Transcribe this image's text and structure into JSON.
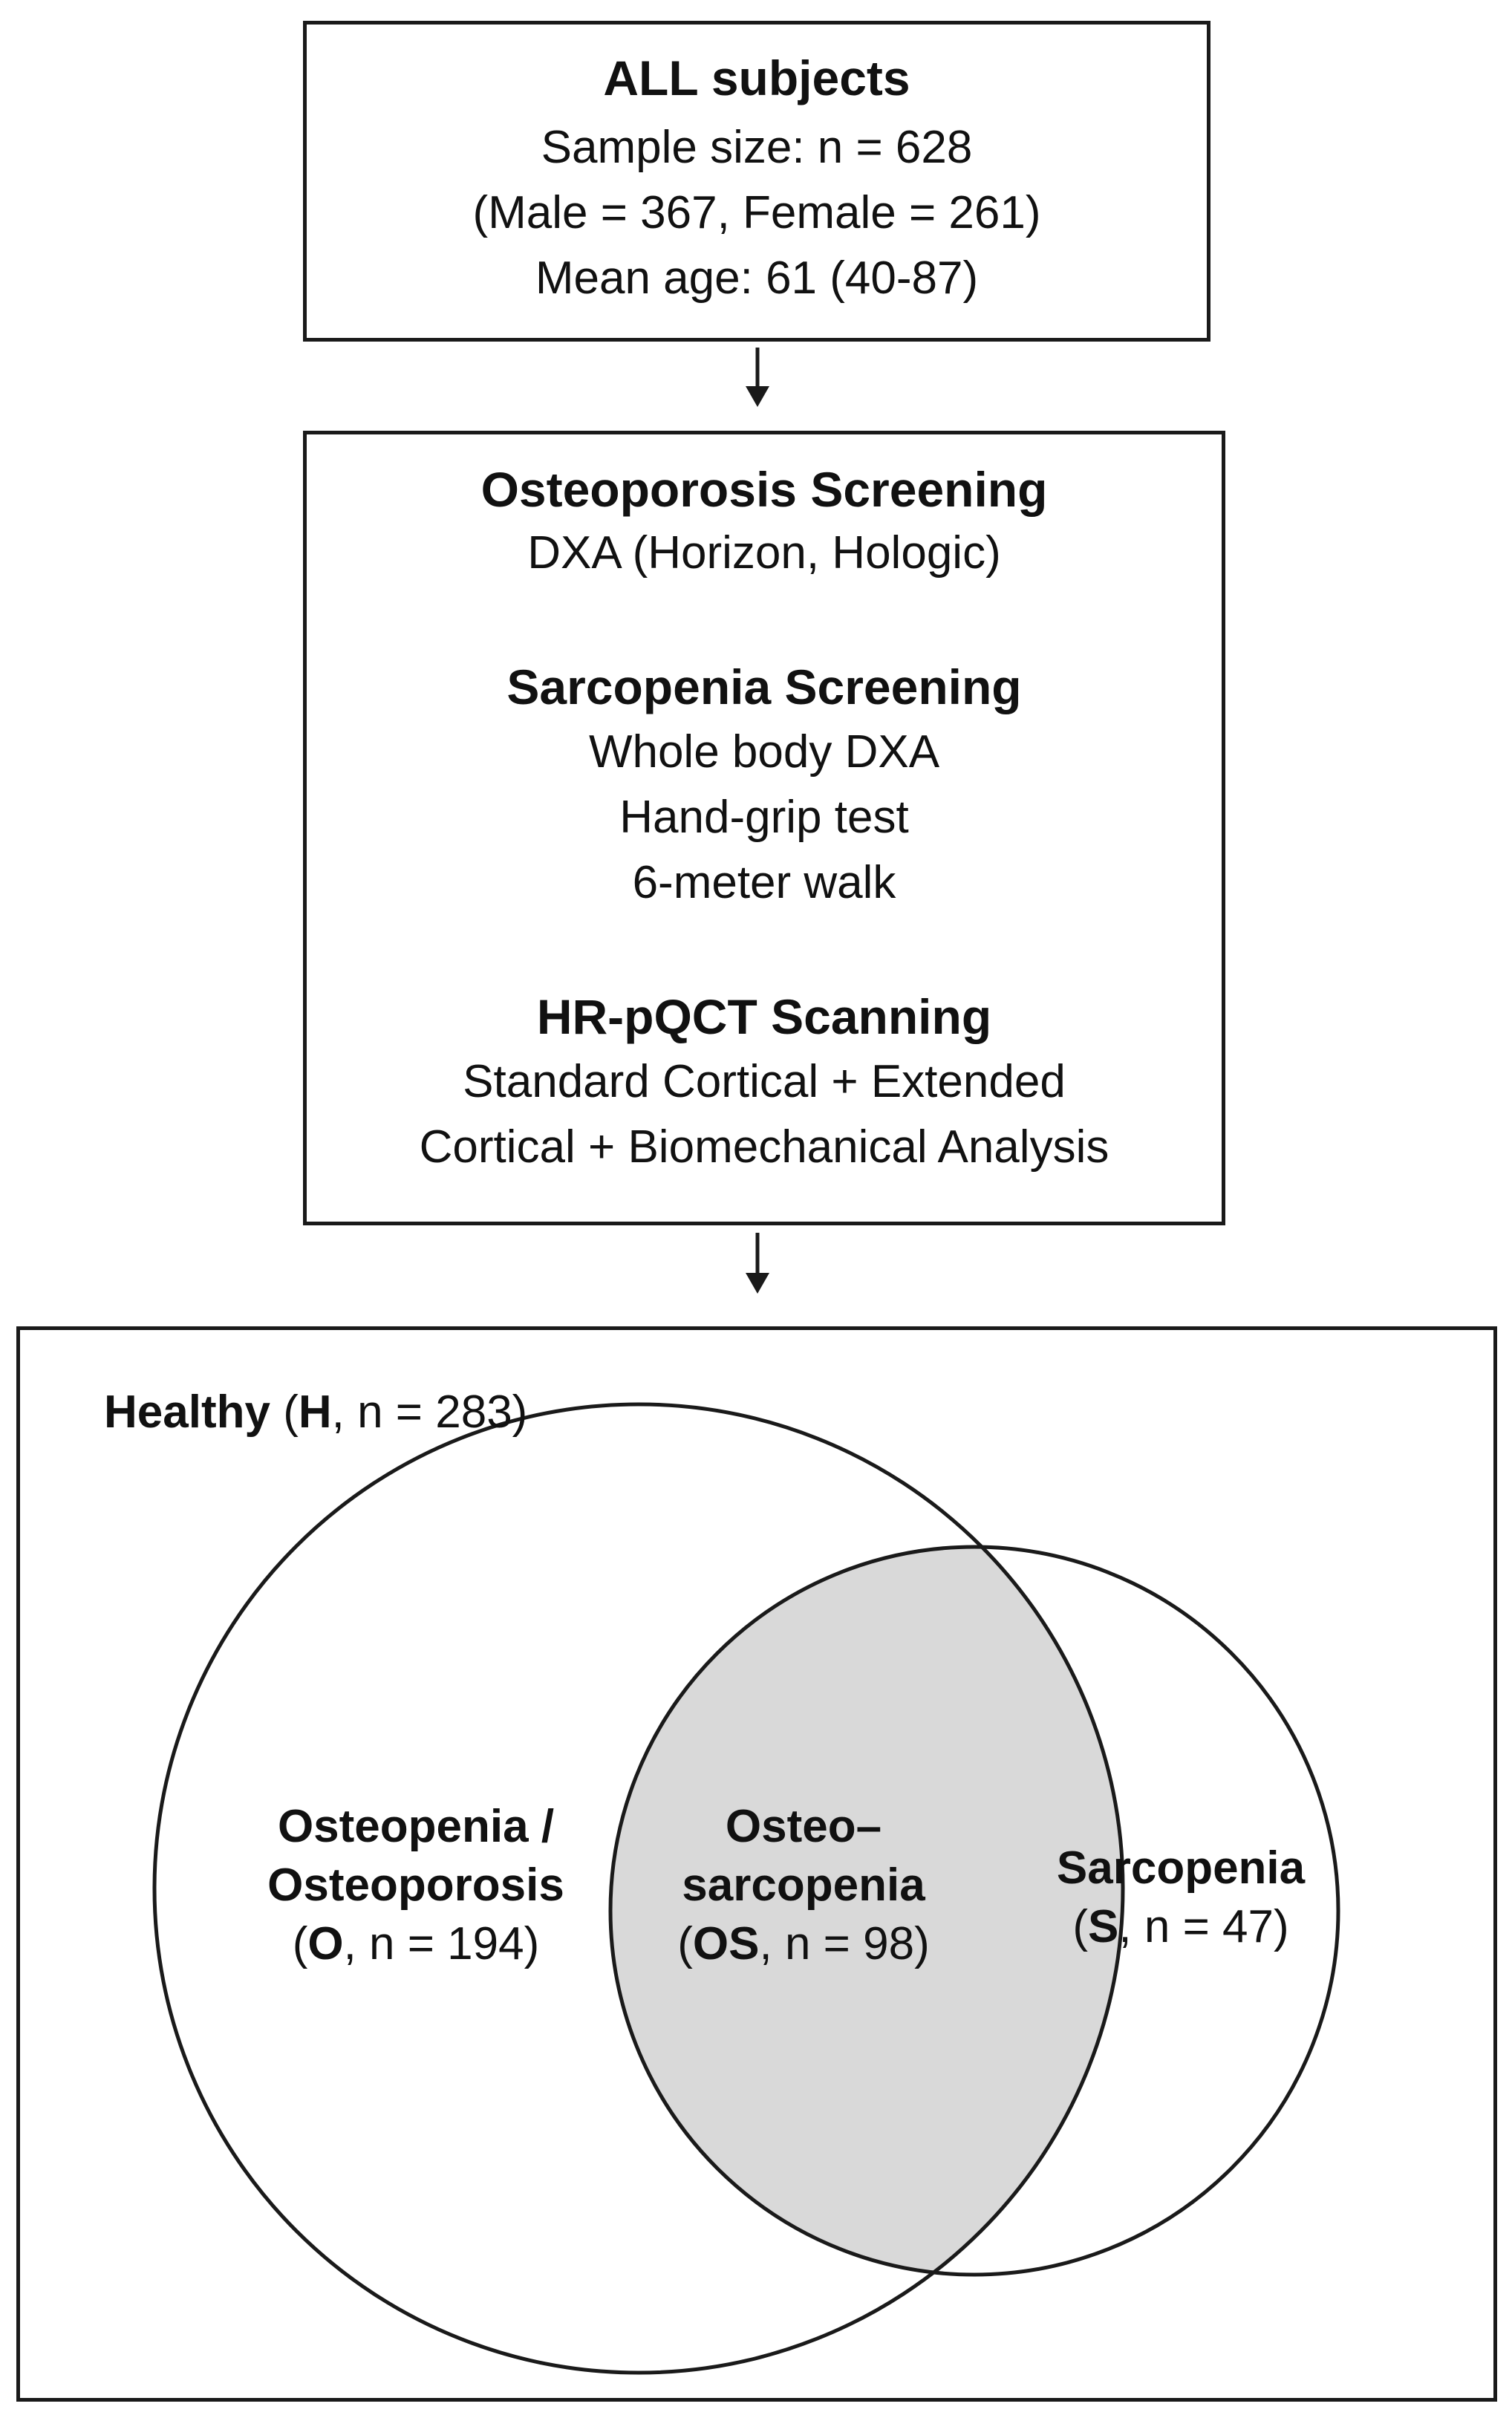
{
  "all_subjects": {
    "title": "ALL subjects",
    "sample_size": "Sample size: n = 628",
    "sex_breakdown": "(Male = 367, Female = 261)",
    "mean_age": "Mean age: 61 (40-87)"
  },
  "screening": {
    "osteoporosis_title": "Osteoporosis Screening",
    "osteoporosis_method": "DXA (Horizon, Hologic)",
    "sarcopenia_title": "Sarcopenia Screening",
    "sarcopenia_methods": [
      "Whole body DXA",
      "Hand-grip test",
      "6-meter walk"
    ],
    "hrpqct_title": "HR-pQCT Scanning",
    "hrpqct_lines": [
      "Standard Cortical + Extended",
      "Cortical + Biomechanical Analysis"
    ]
  },
  "groups": {
    "healthy": {
      "name": "Healthy",
      "code": "H",
      "n_text": ", n = 283)"
    },
    "osteo": {
      "name_line1": "Osteopenia /",
      "name_line2": "Osteoporosis",
      "code": "O",
      "n_text": ", n = 194)"
    },
    "osteosarcopenia": {
      "name_line1": "Osteo–",
      "name_line2": "sarcopenia",
      "code": "OS",
      "n_text": ", n = 98)"
    },
    "sarcopenia": {
      "name": "Sarcopenia",
      "code": "S",
      "n_text": ", n = 47)"
    }
  },
  "colors": {
    "border": "#1a1a1a",
    "overlap_fill": "#d9d9d9"
  }
}
